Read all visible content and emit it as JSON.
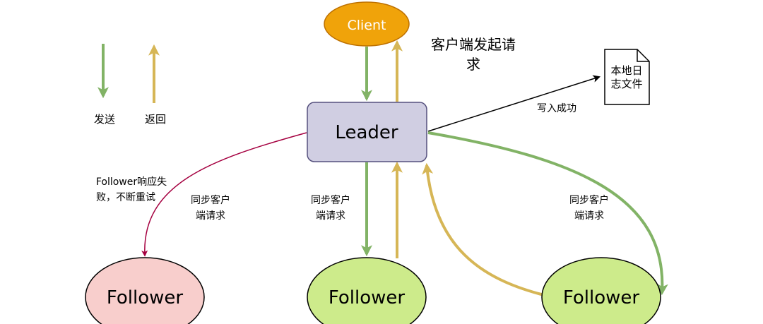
{
  "nodes": {
    "client": "Client",
    "leader": "Leader",
    "follower_left": "Follower",
    "follower_mid": "Follower",
    "follower_right": "Follower",
    "local_log": [
      "本地日",
      "志文件"
    ]
  },
  "legend": {
    "send": "发送",
    "return": "返回"
  },
  "labels": {
    "client_request": [
      "客户端发起请",
      "求"
    ],
    "write_success": "写入成功",
    "follower_fail": [
      "Follower响应失",
      "败，不断重试"
    ],
    "sync_left": [
      "同步客户",
      "端请求"
    ],
    "sync_mid": [
      "同步客户",
      "端请求"
    ],
    "sync_right": [
      "同步客户",
      "端请求"
    ]
  },
  "colors": {
    "send_arrow": "#82b366",
    "return_arrow": "#d6b656",
    "fail_arrow": "#a50040",
    "client_fill": "#f0a30a",
    "leader_fill": "#d0cee2",
    "leader_stroke": "#56517e",
    "follower_fail_fill": "#f8cecc",
    "follower_ok_fill": "#cdeb8b"
  }
}
